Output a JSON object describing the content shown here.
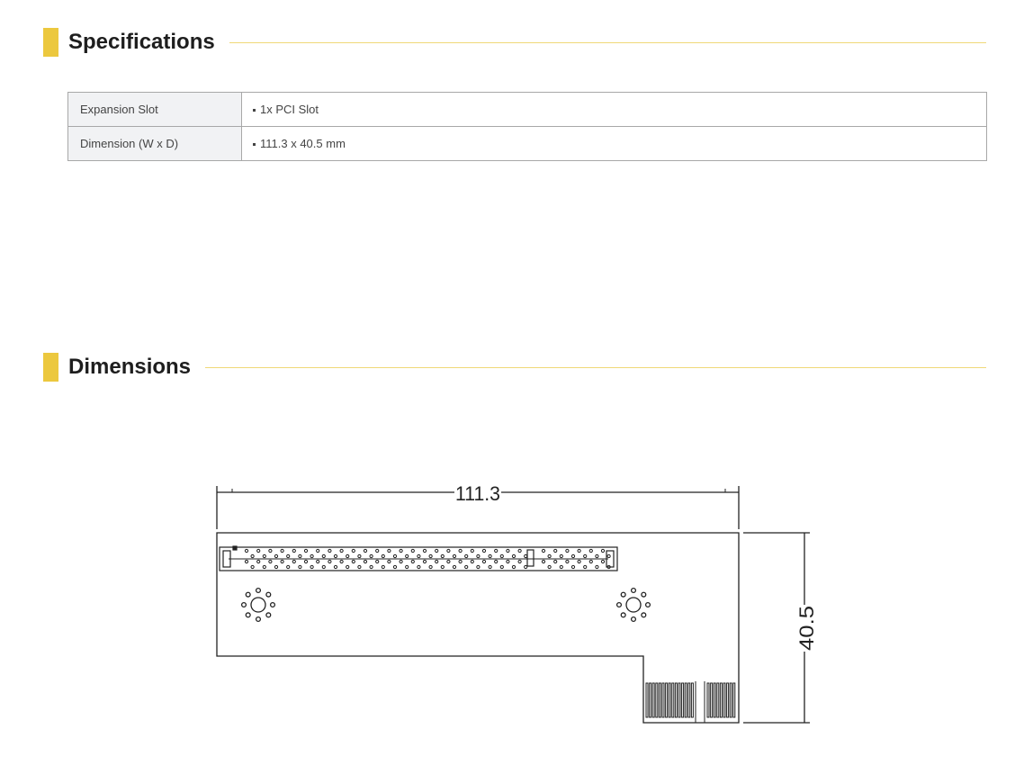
{
  "specifications": {
    "title": "Specifications",
    "rows": [
      {
        "label": "Expansion Slot",
        "value": "1x PCI Slot"
      },
      {
        "label": "Dimension (W x D)",
        "value": "111.3 x 40.5 mm"
      }
    ]
  },
  "dimensions": {
    "title": "Dimensions",
    "width_label": "111.3",
    "depth_label": "40.5"
  },
  "colors": {
    "accent": "#ecc83e",
    "accent_line": "#f0d878"
  }
}
